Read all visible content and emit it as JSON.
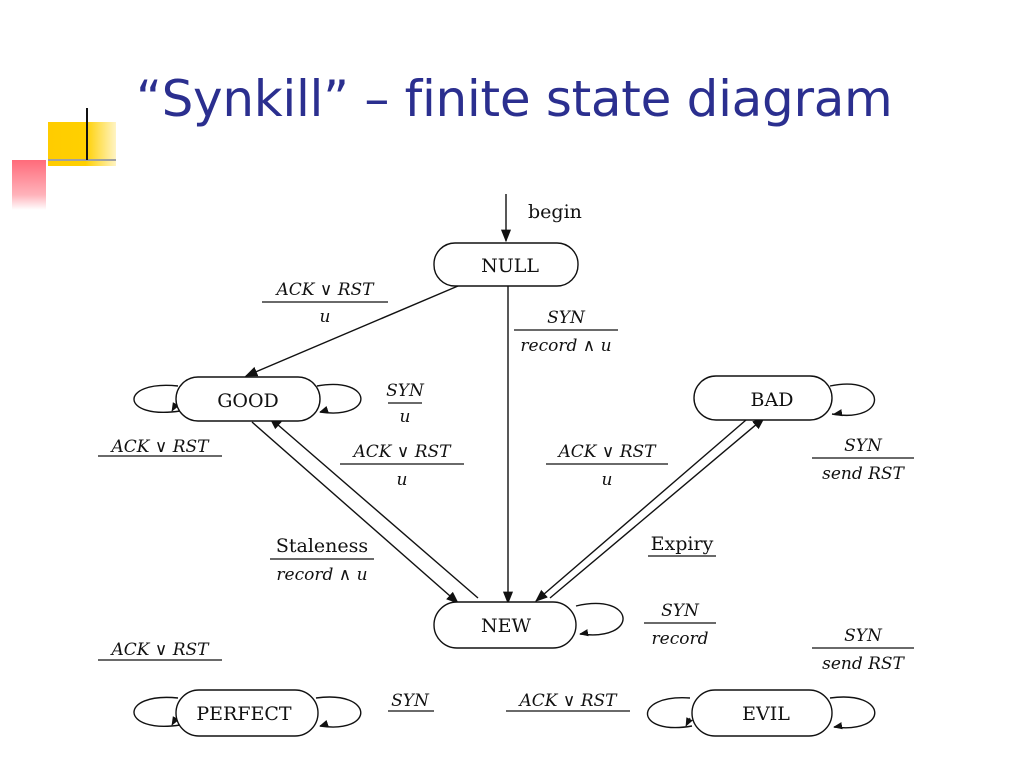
{
  "title": "“Synkill” – finite state diagram",
  "states": {
    "null": "NULL",
    "good": "GOOD",
    "bad": "BAD",
    "new": "NEW",
    "perfect": "PERFECT",
    "evil": "EVIL"
  },
  "labels": {
    "begin": "begin",
    "null_good_num": "ACK ∨ RST",
    "null_good_den": "u",
    "null_new_num": "SYN",
    "null_new_den": "record ∧ u",
    "good_loop_right_num": "SYN",
    "good_loop_right_den": "u",
    "good_loop_left": "ACK ∨ RST",
    "new_good_num": "ACK ∨ RST",
    "new_good_den": "u",
    "new_bad_num": "ACK ∨ RST",
    "new_bad_den": "u",
    "bad_loop_num": "SYN",
    "bad_loop_den": "send RST",
    "good_new_num": "Staleness",
    "good_new_den": "record ∧ u",
    "bad_new": "Expiry",
    "new_loop_num": "SYN",
    "new_loop_den": "record",
    "perfect_loop_left": "ACK ∨ RST",
    "perfect_loop_right": "SYN",
    "evil_loop_left": "ACK ∨ RST",
    "evil_loop_right_num": "SYN",
    "evil_loop_right_den": "send RST"
  }
}
